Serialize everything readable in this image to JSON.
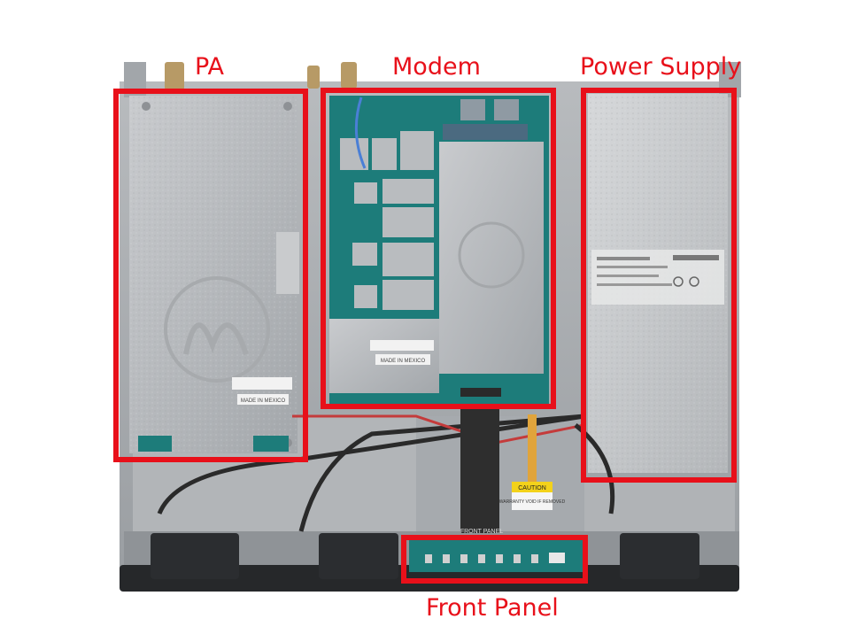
{
  "colors": {
    "highlight": "#e8101a",
    "chassis": "#a9adb1",
    "pcb": "#1d7c7a",
    "shield": "#b9bcbf",
    "bezel": "#26282a"
  },
  "diagram": {
    "labels": {
      "pa": "PA",
      "modem": "Modem",
      "power_supply": "Power Supply",
      "front_panel": "Front Panel"
    },
    "device_stickers": {
      "pa_made_in": "MADE IN MEXICO",
      "modem_made_in": "MADE IN MEXICO",
      "ribbon_text": "FRONT PANEL",
      "caution_title": "CAUTION",
      "warranty": "WARRANTY VOID IF REMOVED"
    }
  }
}
